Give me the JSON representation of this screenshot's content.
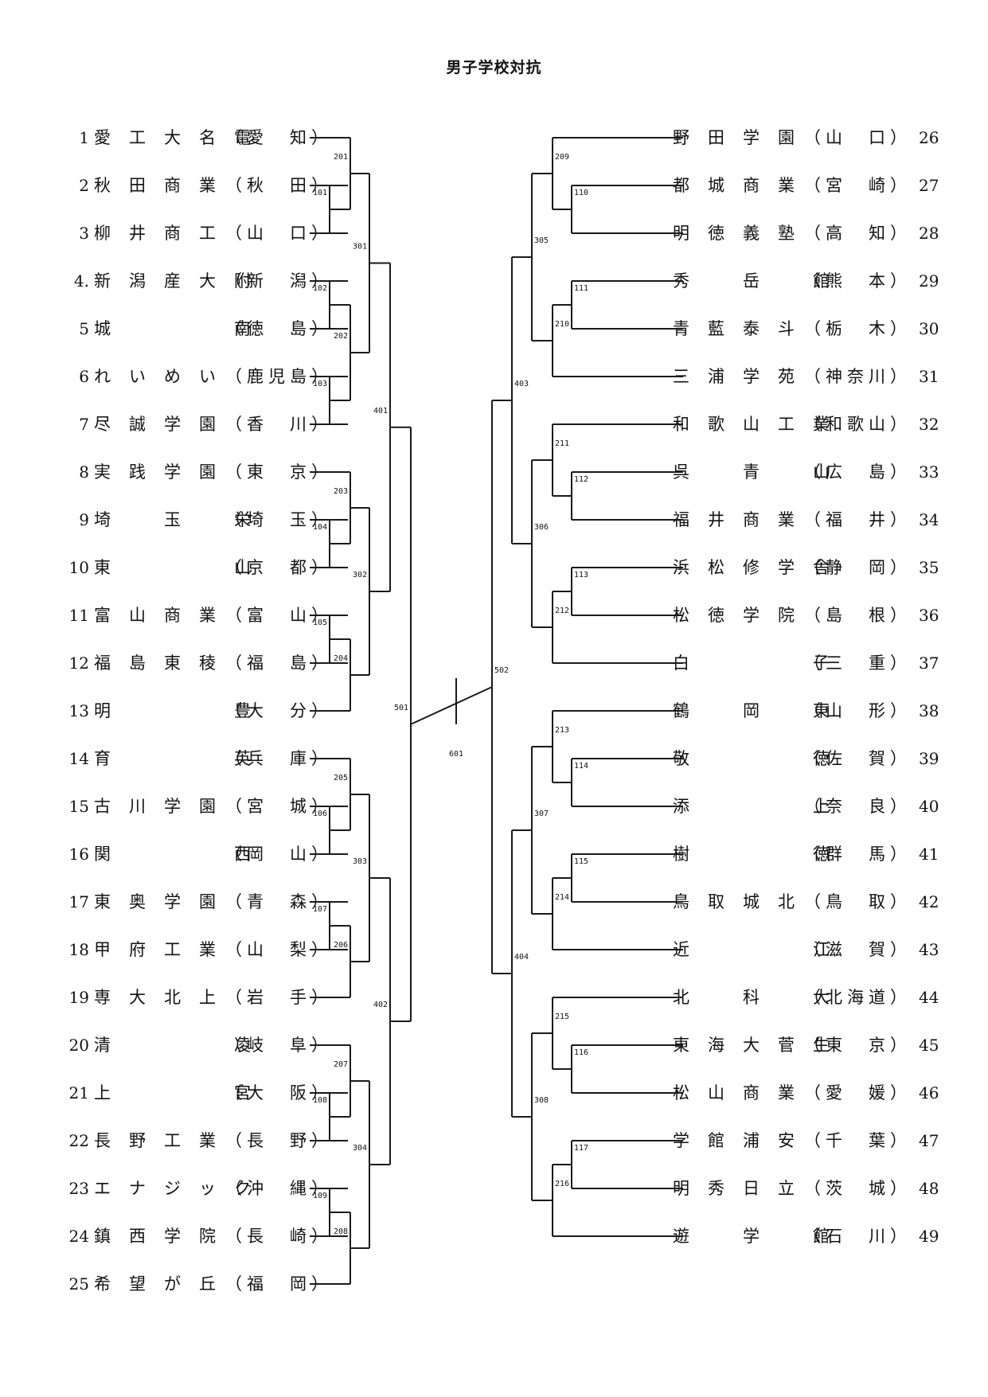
{
  "title": "男子学校対抗",
  "left": [
    {
      "seed": "1",
      "school": "愛工大名電",
      "pref": "（愛　知）"
    },
    {
      "seed": "2",
      "school": "秋田商業",
      "pref": "（秋　田）"
    },
    {
      "seed": "3",
      "school": "柳井商工",
      "pref": "（山　口）"
    },
    {
      "seed": "4.",
      "school": "新潟産大附",
      "pref": "（新　潟）"
    },
    {
      "seed": "5",
      "school": "城　　　南",
      "pref": "（徳　島）"
    },
    {
      "seed": "6",
      "school": "れいめい",
      "pref": "（鹿児島）"
    },
    {
      "seed": "7",
      "school": "尽誠学園",
      "pref": "（香　川）"
    },
    {
      "seed": "8",
      "school": "実践学園",
      "pref": "（東　京）"
    },
    {
      "seed": "9",
      "school": "埼　玉　栄",
      "pref": "（埼　玉）"
    },
    {
      "seed": "10",
      "school": "東　　　山",
      "pref": "（京　都）"
    },
    {
      "seed": "11",
      "school": "富山商業",
      "pref": "（富　山）"
    },
    {
      "seed": "12",
      "school": "福島東稜",
      "pref": "（福　島）"
    },
    {
      "seed": "13",
      "school": "明　　　豊",
      "pref": "（大　分）"
    },
    {
      "seed": "14",
      "school": "育　　　英",
      "pref": "（兵　庫）"
    },
    {
      "seed": "15",
      "school": "古川学園",
      "pref": "（宮　城）"
    },
    {
      "seed": "16",
      "school": "関　　　西",
      "pref": "（岡　山）"
    },
    {
      "seed": "17",
      "school": "東奥学園",
      "pref": "（青　森）"
    },
    {
      "seed": "18",
      "school": "甲府工業",
      "pref": "（山　梨）"
    },
    {
      "seed": "19",
      "school": "専大北上",
      "pref": "（岩　手）"
    },
    {
      "seed": "20",
      "school": "清　　　凌",
      "pref": "（岐　阜）"
    },
    {
      "seed": "21",
      "school": "上　　　宮",
      "pref": "（大　阪）"
    },
    {
      "seed": "22",
      "school": "長野工業",
      "pref": "（長　野）"
    },
    {
      "seed": "23",
      "school": "エナジック",
      "pref": "（沖　縄）"
    },
    {
      "seed": "24",
      "school": "鎮西学院",
      "pref": "（長　崎）"
    },
    {
      "seed": "25",
      "school": "希望が丘",
      "pref": "（福　岡）"
    }
  ],
  "right": [
    {
      "seed": "26",
      "school": "野田学園",
      "pref": "（山　口）"
    },
    {
      "seed": "27",
      "school": "都城商業",
      "pref": "（宮　崎）"
    },
    {
      "seed": "28",
      "school": "明徳義塾",
      "pref": "（高　知）"
    },
    {
      "seed": "29",
      "school": "秀　岳　館",
      "pref": "（熊　本）"
    },
    {
      "seed": "30",
      "school": "青藍泰斗",
      "pref": "（栃　木）"
    },
    {
      "seed": "31",
      "school": "三浦学苑",
      "pref": "（神奈川）"
    },
    {
      "seed": "32",
      "school": "和歌山工業",
      "pref": "（和歌山）"
    },
    {
      "seed": "33",
      "school": "呉　青　山",
      "pref": "（広　島）"
    },
    {
      "seed": "34",
      "school": "福井商業",
      "pref": "（福　井）"
    },
    {
      "seed": "35",
      "school": "浜松修学舎",
      "pref": "（静　岡）"
    },
    {
      "seed": "36",
      "school": "松徳学院",
      "pref": "（島　根）"
    },
    {
      "seed": "37",
      "school": "白　　　子",
      "pref": "（三　重）"
    },
    {
      "seed": "38",
      "school": "鶴　岡　東",
      "pref": "（山　形）"
    },
    {
      "seed": "39",
      "school": "敬　　　徳",
      "pref": "（佐　賀）"
    },
    {
      "seed": "40",
      "school": "添　　　上",
      "pref": "（奈　良）"
    },
    {
      "seed": "41",
      "school": "樹　　　徳",
      "pref": "（群　馬）"
    },
    {
      "seed": "42",
      "school": "鳥取城北",
      "pref": "（鳥　取）"
    },
    {
      "seed": "43",
      "school": "近　　　江",
      "pref": "（滋　賀）"
    },
    {
      "seed": "44",
      "school": "北　科　大",
      "pref": "（北海道）"
    },
    {
      "seed": "45",
      "school": "東海大菅生",
      "pref": "（東　京）"
    },
    {
      "seed": "46",
      "school": "松山商業",
      "pref": "（愛　媛）"
    },
    {
      "seed": "47",
      "school": "学館浦安",
      "pref": "（千　葉）"
    },
    {
      "seed": "48",
      "school": "明秀日立",
      "pref": "（茨　城）"
    },
    {
      "seed": "49",
      "school": "遊　学　館",
      "pref": "（石　川）"
    }
  ],
  "matches": {
    "left": [
      {
        "id": "101",
        "a": 1,
        "b": 2
      },
      {
        "id": "201",
        "a": 0,
        "b": "101"
      },
      {
        "id": "102",
        "a": 3,
        "b": 4
      },
      {
        "id": "103",
        "a": 5,
        "b": 6
      },
      {
        "id": "202",
        "a": "102",
        "b": "103"
      },
      {
        "id": "301",
        "a": "201",
        "b": "202"
      },
      {
        "id": "104",
        "a": 8,
        "b": 9
      },
      {
        "id": "203",
        "a": 7,
        "b": "104"
      },
      {
        "id": "105",
        "a": 10,
        "b": 11
      },
      {
        "id": "204",
        "a": "105",
        "b": 12
      },
      {
        "id": "302",
        "a": "203",
        "b": "204"
      },
      {
        "id": "401",
        "a": "301",
        "b": "302"
      },
      {
        "id": "106",
        "a": 14,
        "b": 15
      },
      {
        "id": "205",
        "a": 13,
        "b": "106"
      },
      {
        "id": "107",
        "a": 16,
        "b": 17
      },
      {
        "id": "206",
        "a": "107",
        "b": 18
      },
      {
        "id": "303",
        "a": "205",
        "b": "206"
      },
      {
        "id": "108",
        "a": 20,
        "b": 21
      },
      {
        "id": "207",
        "a": 19,
        "b": "108"
      },
      {
        "id": "109",
        "a": 22,
        "b": 23
      },
      {
        "id": "208",
        "a": "109",
        "b": 24
      },
      {
        "id": "304",
        "a": "207",
        "b": "208"
      },
      {
        "id": "402",
        "a": "303",
        "b": "304"
      },
      {
        "id": "501",
        "a": "401",
        "b": "402"
      }
    ],
    "right": [
      {
        "id": "110",
        "a": 1,
        "b": 2
      },
      {
        "id": "209",
        "a": 0,
        "b": "110"
      },
      {
        "id": "111",
        "a": 3,
        "b": 4
      },
      {
        "id": "210",
        "a": "111",
        "b": 5
      },
      {
        "id": "305",
        "a": "209",
        "b": "210"
      },
      {
        "id": "112",
        "a": 7,
        "b": 8
      },
      {
        "id": "211",
        "a": 6,
        "b": "112"
      },
      {
        "id": "113",
        "a": 9,
        "b": 10
      },
      {
        "id": "212",
        "a": "113",
        "b": 11
      },
      {
        "id": "306",
        "a": "211",
        "b": "212"
      },
      {
        "id": "403",
        "a": "305",
        "b": "306"
      },
      {
        "id": "114",
        "a": 13,
        "b": 14
      },
      {
        "id": "213",
        "a": 12,
        "b": "114"
      },
      {
        "id": "115",
        "a": 15,
        "b": 16
      },
      {
        "id": "214",
        "a": "115",
        "b": 17
      },
      {
        "id": "307",
        "a": "213",
        "b": "214"
      },
      {
        "id": "116",
        "a": 19,
        "b": 20
      },
      {
        "id": "215",
        "a": 18,
        "b": "116"
      },
      {
        "id": "117",
        "a": 21,
        "b": 22
      },
      {
        "id": "216",
        "a": "117",
        "b": 23
      },
      {
        "id": "308",
        "a": "215",
        "b": "216"
      },
      {
        "id": "404",
        "a": "307",
        "b": "308"
      },
      {
        "id": "502",
        "a": "403",
        "b": "404"
      }
    ],
    "final": "601"
  }
}
